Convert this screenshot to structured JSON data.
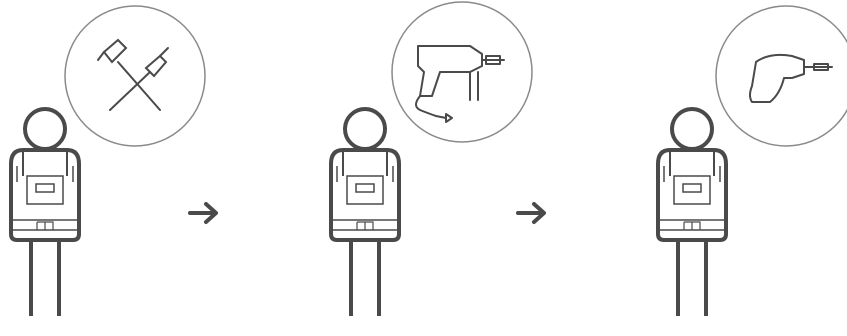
{
  "diagram": {
    "steps": [
      {
        "worker": "worker-figure",
        "tool": "hammer-and-screwdriver-icon"
      },
      {
        "worker": "worker-figure",
        "tool": "corded-power-drill-icon"
      },
      {
        "worker": "worker-figure",
        "tool": "cordless-screwdriver-icon"
      }
    ],
    "connectors": [
      "arrow-right-icon",
      "arrow-right-icon"
    ]
  },
  "colors": {
    "outline": "#4a4a4a",
    "bubble_outline": "#8a8a8a",
    "background": "#ffffff"
  }
}
